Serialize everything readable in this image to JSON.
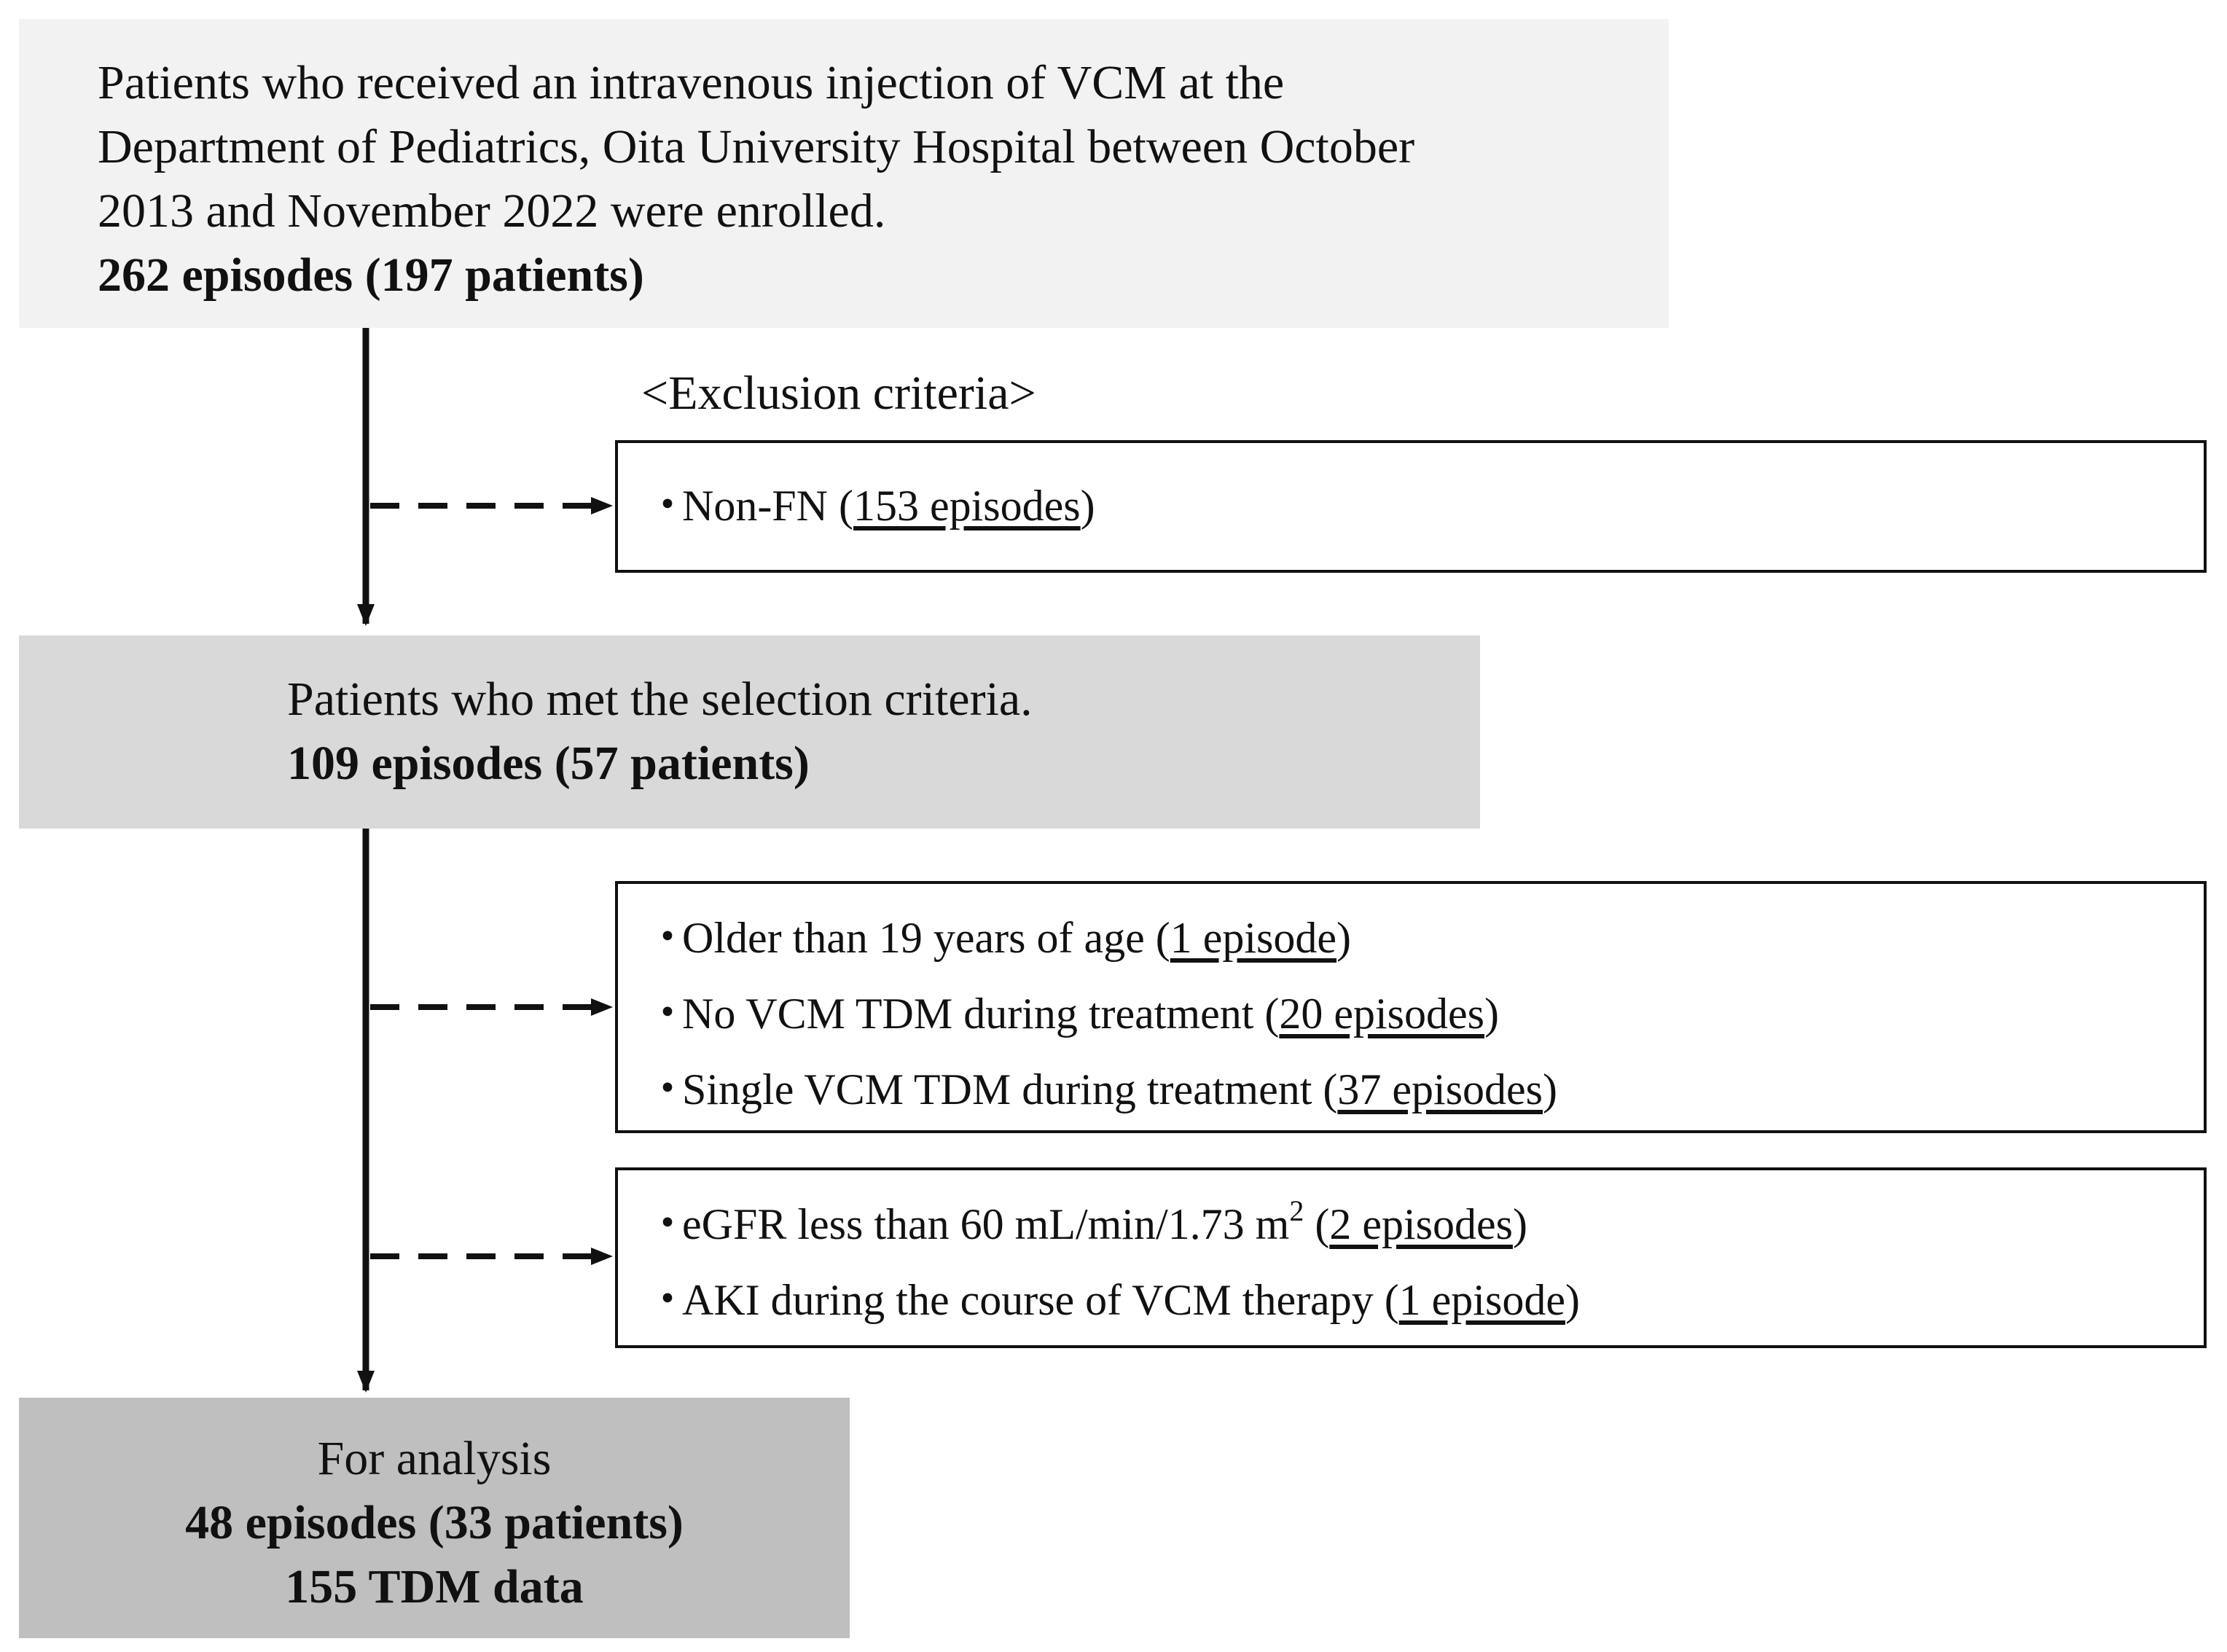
{
  "start_box": {
    "line1": "Patients who received an intravenous injection of VCM at the",
    "line2": "Department of Pediatrics, Oita University Hospital between October",
    "line3": "2013 and November 2022 were enrolled.",
    "count": "262 episodes (197 patients)"
  },
  "exclusion_title": "<Exclusion criteria>",
  "exclusion_1": [
    {
      "bullet": "・",
      "pre": "Non-FN (",
      "num": "153 episodes",
      "post": ")"
    }
  ],
  "selection_box": {
    "line1": "Patients who met the selection criteria.",
    "count": "109 episodes (57 patients)"
  },
  "exclusion_2": [
    {
      "bullet": "・",
      "pre": "Older than 19 years of age (",
      "num": "1 episode",
      "post": ")"
    },
    {
      "bullet": "・",
      "pre": "No VCM TDM during treatment (",
      "num": "20 episodes",
      "post": ")"
    },
    {
      "bullet": "・",
      "pre": "Single VCM TDM during treatment (",
      "num": "37 episodes",
      "post": ")"
    }
  ],
  "exclusion_3": [
    {
      "bullet": "・",
      "pre": "eGFR less than 60 mL/min/1.73 m",
      "sup": "2",
      "mid": " (",
      "num": "2 episodes",
      "post": ")"
    },
    {
      "bullet": "・",
      "pre": "AKI during the course of VCM therapy (",
      "num": "1 episode",
      "post": ")"
    }
  ],
  "analysis_box": {
    "line1": "For analysis",
    "count1": "48 episodes (33 patients)",
    "count2": "155 TDM data"
  }
}
